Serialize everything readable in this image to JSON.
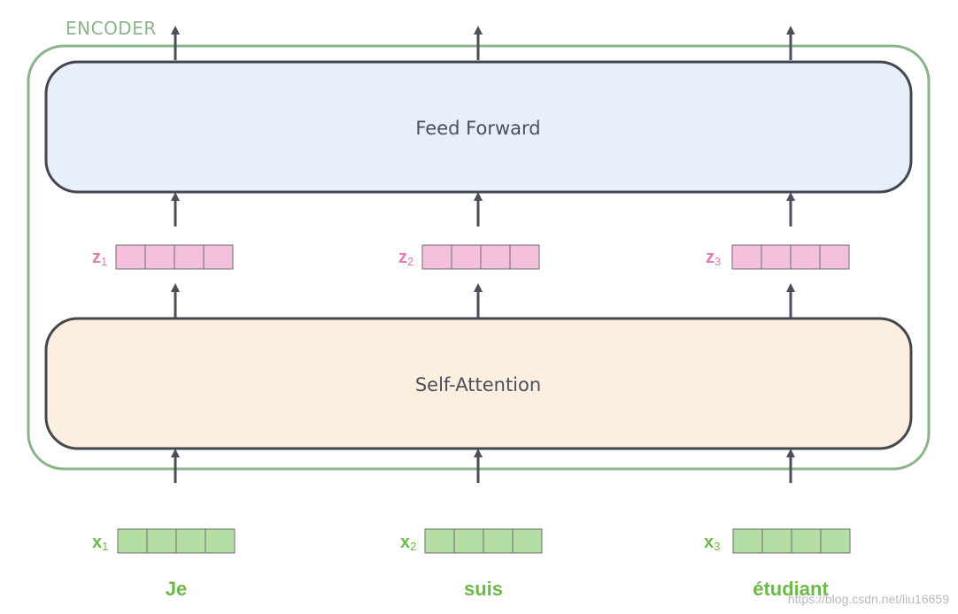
{
  "encoder": {
    "title": "ENCODER",
    "layers": {
      "feed_forward": "Feed Forward",
      "self_attention": "Self-Attention"
    }
  },
  "z_vectors": [
    {
      "name": "z",
      "sub": "1"
    },
    {
      "name": "z",
      "sub": "2"
    },
    {
      "name": "z",
      "sub": "3"
    }
  ],
  "x_vectors": [
    {
      "name": "x",
      "sub": "1"
    },
    {
      "name": "x",
      "sub": "2"
    },
    {
      "name": "x",
      "sub": "3"
    }
  ],
  "words": [
    "Je",
    "suis",
    "étudiant"
  ],
  "watermark": "https://blog.csdn.net/liu16659",
  "colors": {
    "encoder_border": "#8db38a",
    "feed_forward_fill": "#e6effb",
    "self_attention_fill": "#fcefe0",
    "z_fill": "#f4c0dc",
    "x_fill": "#b4dea3",
    "arrow": "#4a4f5a"
  }
}
